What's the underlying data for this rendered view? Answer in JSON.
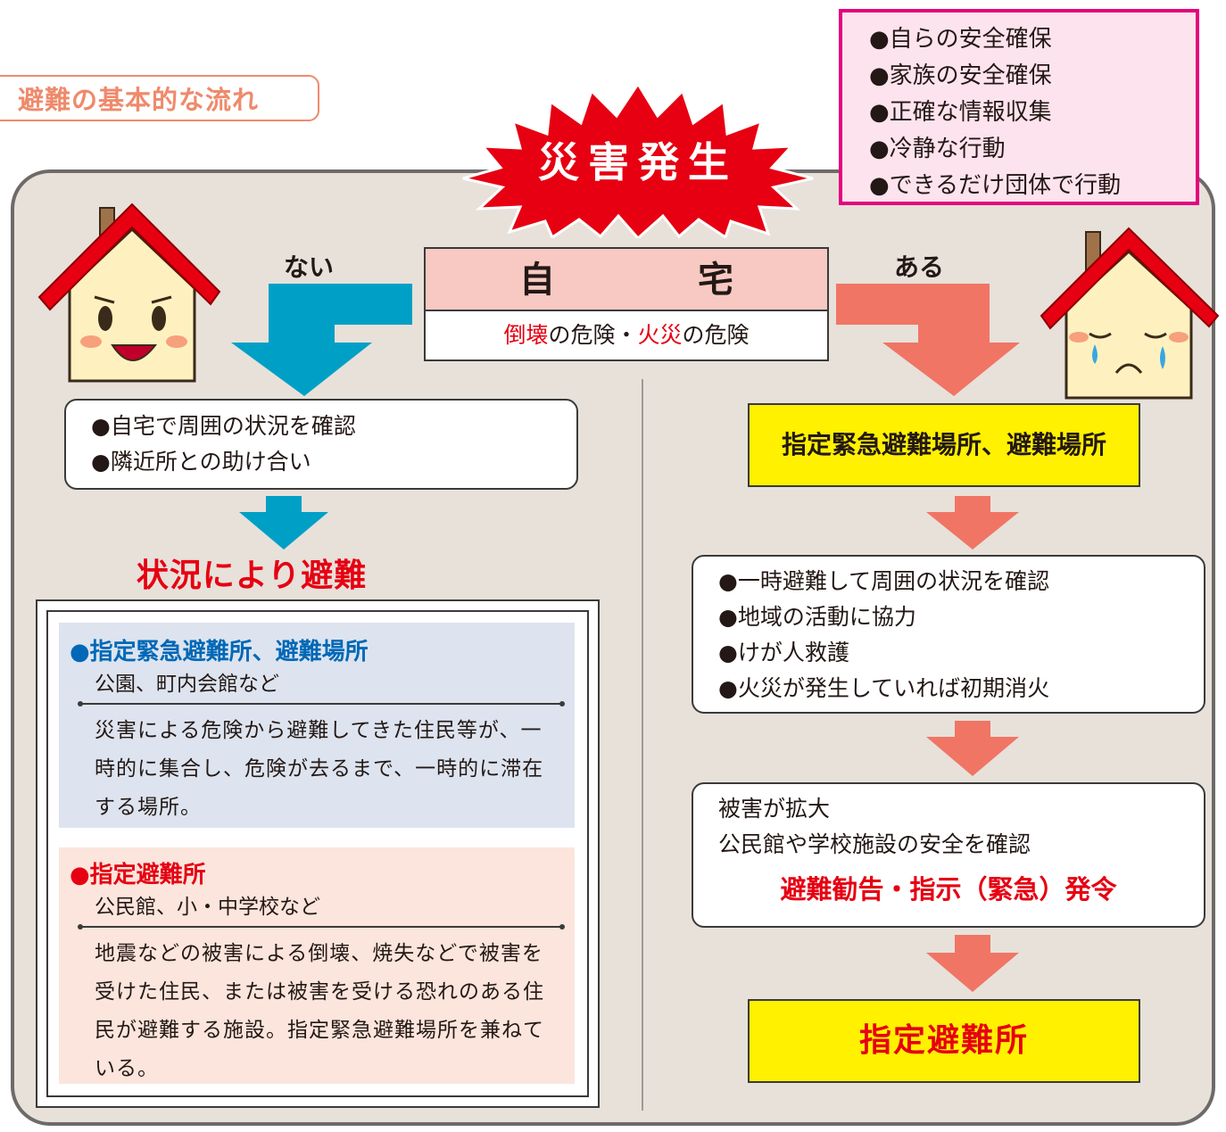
{
  "title": "避難の基本的な流れ",
  "disaster_burst": "災害発生",
  "checklist": [
    "●自らの安全確保",
    "●家族の安全確保",
    "●正確な情報収集",
    "●冷静な行動",
    "●できるだけ団体で行動"
  ],
  "home": {
    "label": "自　宅",
    "danger1": "倒壊",
    "danger_mid": "の危険・",
    "danger2": "火災",
    "danger_end": "の危険"
  },
  "left": {
    "branch_label": "ない",
    "box_lines": [
      "●自宅で周囲の状況を確認",
      "●隣近所との助け合い"
    ],
    "result": "状況により避難",
    "emergency": {
      "heading": "●指定緊急避難所、避難場所",
      "examples": "公園、町内会館など",
      "body": "災害による危険から避難してきた住民等が、一時的に集合し、危険が去るまで、一時的に滞在する場所。"
    },
    "shelter": {
      "heading": "●指定避難所",
      "examples": "公民館、小・中学校など",
      "body": "地震などの被害による倒壊、焼失などで被害を受けた住民、または被害を受ける恐れのある住民が避難する施設。指定緊急避難場所を兼ねている。"
    }
  },
  "right": {
    "branch_label": "ある",
    "first_dest": "指定緊急避難場所、避難場所",
    "actions": [
      "●一時避難して周囲の状況を確認",
      "●地域の活動に協力",
      "●けが人救護",
      "●火災が発生していれば初期消火"
    ],
    "expansion_line1": "被害が拡大",
    "expansion_line2": "公民館や学校施設の安全を確認",
    "order": "避難勧告・指示（緊急）発令",
    "final_dest": "指定避難所"
  },
  "colors": {
    "accent_red": "#e60012",
    "arrow_blue": "#00a0c6",
    "arrow_salmon": "#f07565",
    "yellow": "#fff100",
    "pink_border": "#e4007f"
  },
  "icons": [
    "happy-house-icon",
    "sad-house-icon",
    "explosion-burst-icon"
  ]
}
